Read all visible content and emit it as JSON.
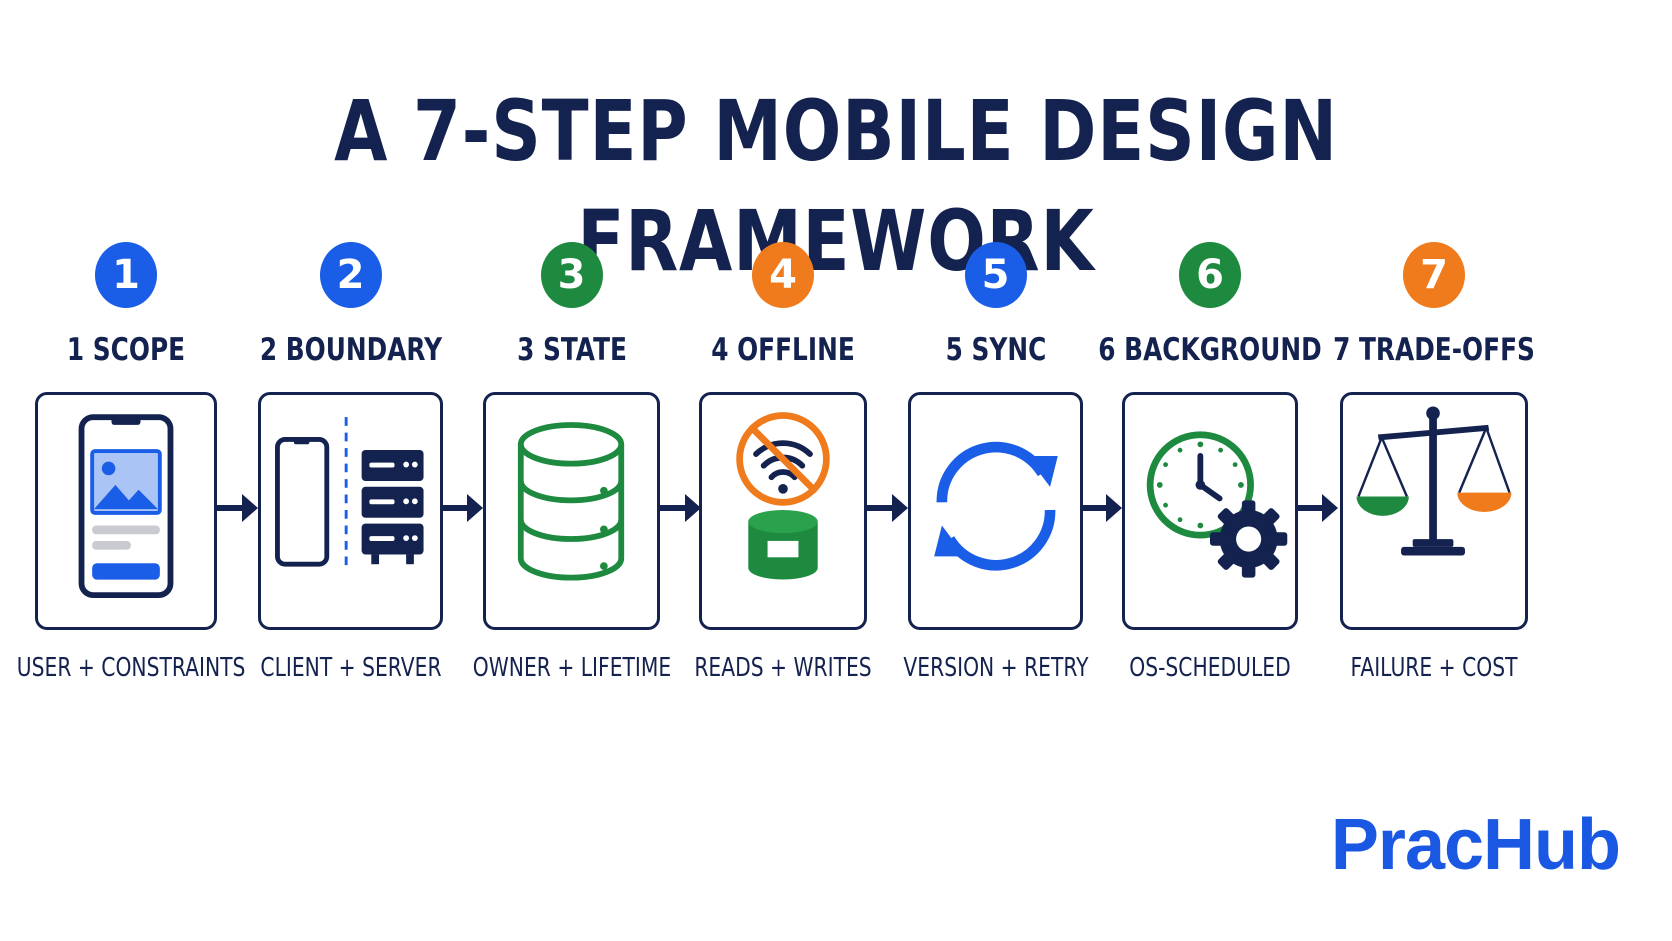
{
  "title": "A 7-STEP MOBILE DESIGN FRAMEWORK",
  "brand": "PracHub",
  "colors": {
    "navy": "#14224f",
    "blue": "#1a5de6",
    "green": "#1e8a3f",
    "orange": "#f07b1c"
  },
  "steps": [
    {
      "number": "1",
      "label": "1 SCOPE",
      "caption": "USER + CONSTRAINTS",
      "badge_color": "#1a5de6",
      "icon": "phone-icon"
    },
    {
      "number": "2",
      "label": "2 BOUNDARY",
      "caption": "CLIENT + SERVER",
      "badge_color": "#1a5de6",
      "icon": "client-server-icon"
    },
    {
      "number": "3",
      "label": "3 STATE",
      "caption": "OWNER + LIFETIME",
      "badge_color": "#1e8a3f",
      "icon": "database-icon"
    },
    {
      "number": "4",
      "label": "4 OFFLINE",
      "caption": "READS + WRITES",
      "badge_color": "#f07b1c",
      "icon": "no-wifi-icon"
    },
    {
      "number": "5",
      "label": "5 SYNC",
      "caption": "VERSION + RETRY",
      "badge_color": "#1a5de6",
      "icon": "sync-icon"
    },
    {
      "number": "6",
      "label": "6 BACKGROUND",
      "caption": "OS-SCHEDULED",
      "badge_color": "#1e8a3f",
      "icon": "clock-gear-icon"
    },
    {
      "number": "7",
      "label": "7 TRADE-OFFS",
      "caption": "FAILURE + COST",
      "badge_color": "#f07b1c",
      "icon": "scales-icon"
    }
  ]
}
